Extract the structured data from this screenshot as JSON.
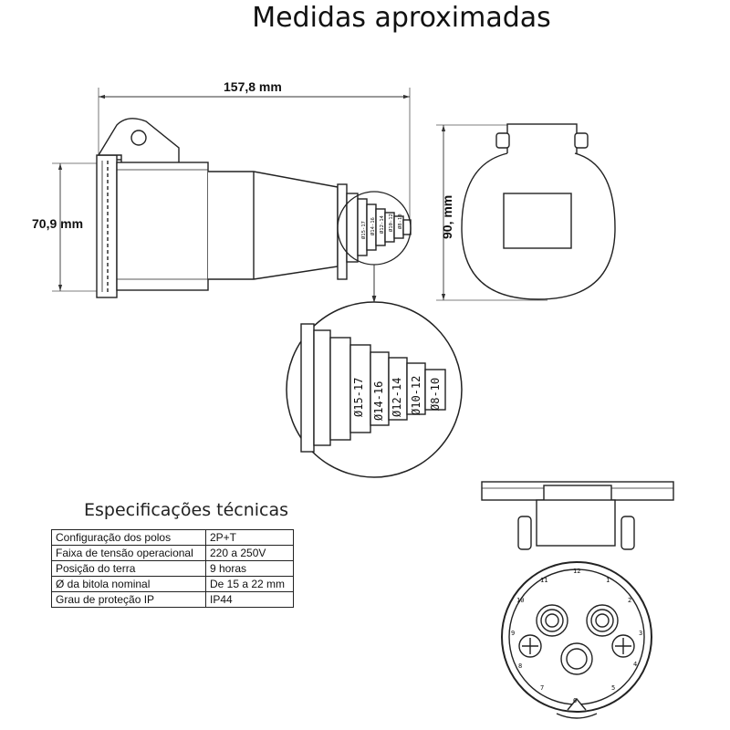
{
  "title": "Medidas aproximadas",
  "dimensions": {
    "length": "157,8 mm",
    "height": "70,9 mm",
    "diameter": "90, mm"
  },
  "cable_gland_labels": [
    "Ø8-10",
    "Ø10-12",
    "Ø12-14",
    "Ø14-16",
    "Ø15-17"
  ],
  "face_markings": [
    "10",
    "11",
    "12",
    "1",
    "2",
    "3",
    "4",
    "5",
    "6",
    "7",
    "8",
    "9"
  ],
  "specs": {
    "title": "Especificações técnicas",
    "rows": [
      {
        "label": "Configuração dos polos",
        "value": "2P+T"
      },
      {
        "label": "Faixa de tensão operacional",
        "value": "220 a 250V"
      },
      {
        "label": "Posição do terra",
        "value": "9 horas"
      },
      {
        "label": "Ø da bitola nominal",
        "value": "De 15 a 22 mm"
      },
      {
        "label": "Grau de proteção IP",
        "value": "IP44"
      }
    ]
  }
}
